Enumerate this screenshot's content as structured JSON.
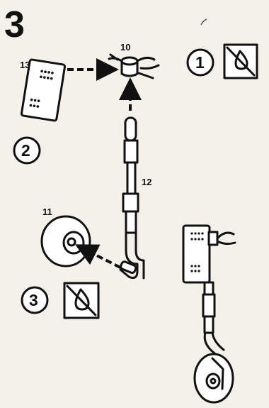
{
  "step": {
    "number": "3"
  },
  "callouts": {
    "part_10": "10",
    "part_11": "11",
    "part_12": "12",
    "part_13": "13"
  },
  "substeps": {
    "one": "1",
    "two": "2",
    "three": "3"
  },
  "icons": {
    "no_oil": "no-oil-icon"
  }
}
